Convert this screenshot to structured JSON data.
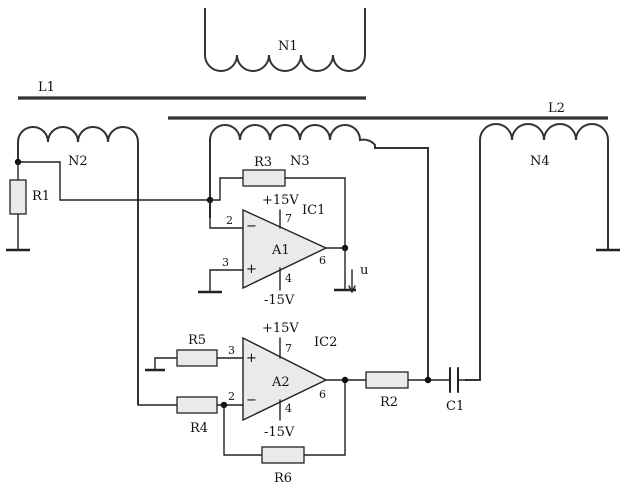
{
  "labels": {
    "N1": "N1",
    "L1": "L1",
    "L2": "L2",
    "N2": "N2",
    "N3": "N3",
    "N4": "N4",
    "R1": "R1",
    "R2": "R2",
    "R3": "R3",
    "R4": "R4",
    "R5": "R5",
    "R6": "R6",
    "C1": "C1",
    "IC1": "IC1",
    "IC2": "IC2",
    "A1": "A1",
    "A2": "A2",
    "u": "u",
    "plus15": "+15V",
    "minus15": "-15V"
  },
  "pins": {
    "p2": "2",
    "p3": "3",
    "p4": "4",
    "p6": "6",
    "p7": "7"
  },
  "signs": {
    "minus": "−",
    "plus": "+"
  }
}
